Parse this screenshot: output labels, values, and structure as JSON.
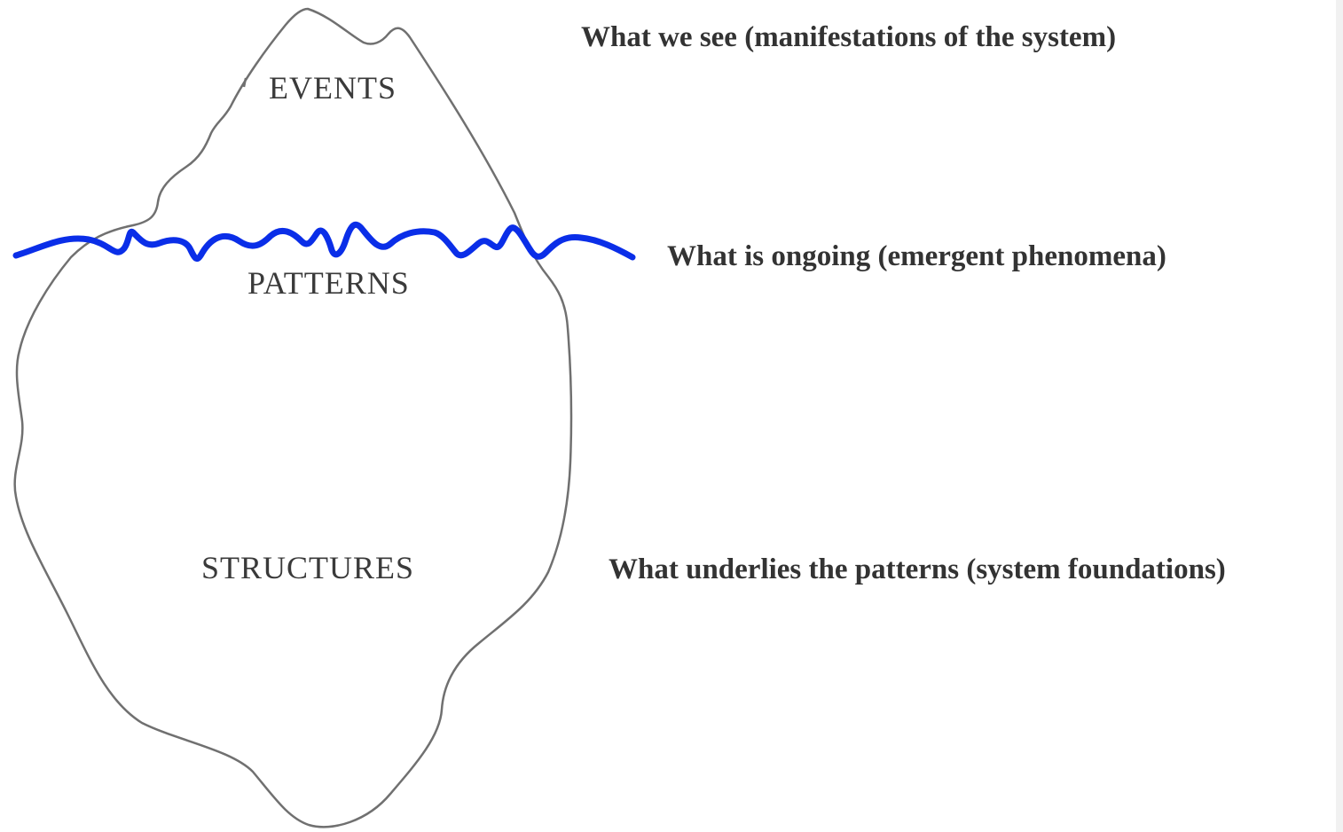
{
  "colors": {
    "iceberg_outline": "#707070",
    "waterline": "#0a2ee8",
    "text": "#333333",
    "background": "#ffffff"
  },
  "iceberg": {
    "events_label": "EVENTS",
    "patterns_label": "PATTERNS",
    "structures_label": "STRUCTURES"
  },
  "descriptions": {
    "events": "What we see (manifestations of the system)",
    "patterns": "What is ongoing (emergent phenomena)",
    "structures": "What underlies the patterns (system foundations)"
  }
}
